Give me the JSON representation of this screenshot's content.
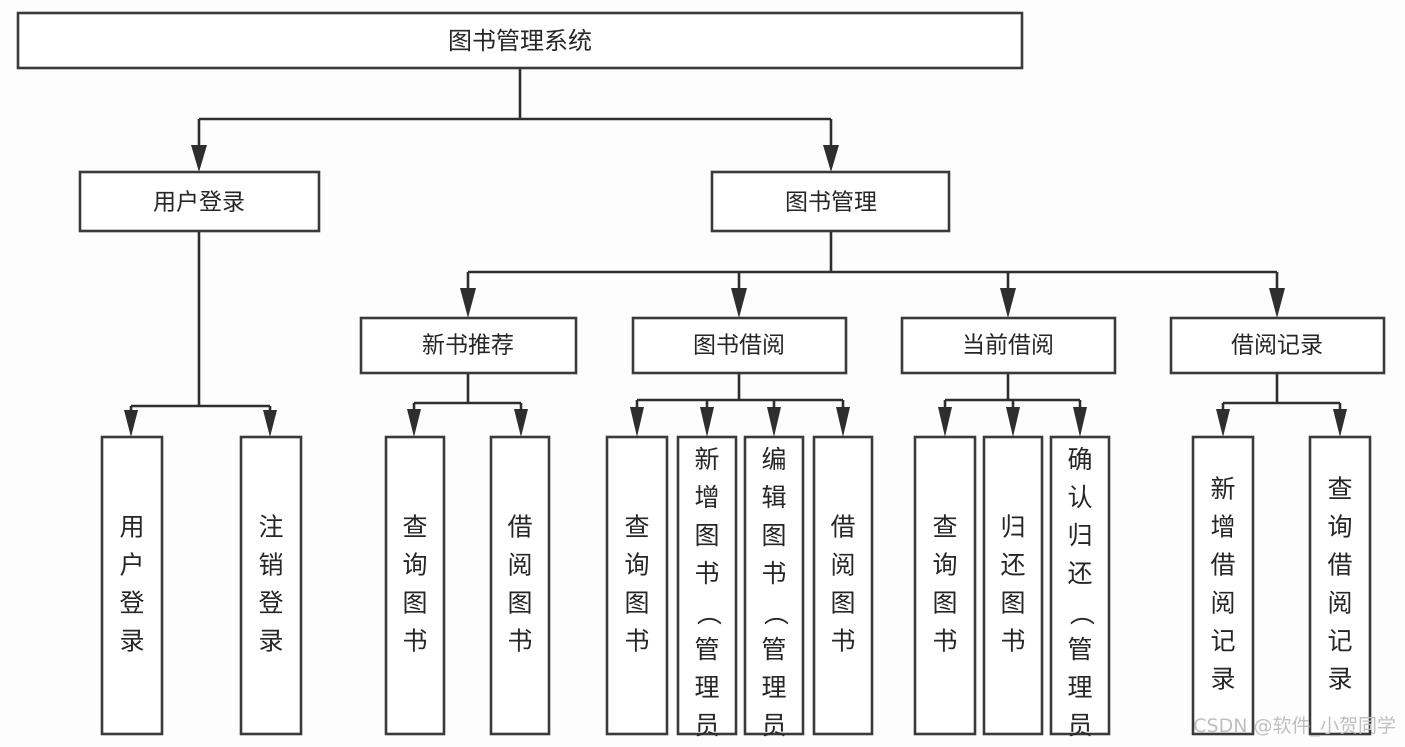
{
  "diagram": {
    "title": "图书管理系统",
    "type": "tree-hierarchy-chart",
    "root": {
      "id": "root",
      "label": "图书管理系统"
    },
    "level2": [
      {
        "id": "user-login",
        "label": "用户登录"
      },
      {
        "id": "book-manage",
        "label": "图书管理"
      }
    ],
    "level3": [
      {
        "id": "new-book-rec",
        "label": "新书推荐"
      },
      {
        "id": "book-borrow",
        "label": "图书借阅"
      },
      {
        "id": "current-borrow",
        "label": "当前借阅"
      },
      {
        "id": "borrow-record",
        "label": "借阅记录"
      }
    ],
    "leaves": {
      "user_login": [
        {
          "id": "leaf-user-login",
          "label": "用户登录"
        },
        {
          "id": "leaf-logout",
          "label": "注销登录"
        }
      ],
      "new_book_rec": [
        {
          "id": "leaf-query-book-1",
          "label": "查询图书"
        },
        {
          "id": "leaf-borrow-book-1",
          "label": "借阅图书"
        }
      ],
      "book_borrow": [
        {
          "id": "leaf-query-book-2",
          "label": "查询图书"
        },
        {
          "id": "leaf-add-book",
          "label": "新增图书（管理员）"
        },
        {
          "id": "leaf-edit-book",
          "label": "编辑图书（管理员）"
        },
        {
          "id": "leaf-borrow-book-2",
          "label": "借阅图书"
        }
      ],
      "current_borrow": [
        {
          "id": "leaf-query-book-3",
          "label": "查询图书"
        },
        {
          "id": "leaf-return-book",
          "label": "归还图书"
        },
        {
          "id": "leaf-confirm-return",
          "label": "确认归还（管理员）"
        }
      ],
      "borrow_record": [
        {
          "id": "leaf-add-record",
          "label": "新增借阅记录"
        },
        {
          "id": "leaf-query-record",
          "label": "查询借阅记录"
        }
      ]
    }
  },
  "watermark": {
    "text": "CSDN @软件_小贺同学"
  },
  "colors": {
    "box_stroke": "#3a3a3a",
    "box_fill": "#ffffff",
    "connector": "#2e2e2e",
    "text": "#262626",
    "watermark": "#bfbfbf",
    "background": "#fdfdfd"
  }
}
